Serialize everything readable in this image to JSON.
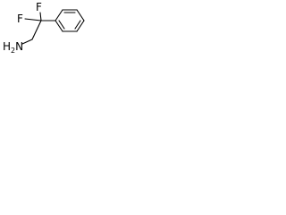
{
  "molecule": {
    "atoms": {
      "fluorine_top": "F",
      "fluorine_left": "F",
      "amine": "H2N"
    }
  }
}
